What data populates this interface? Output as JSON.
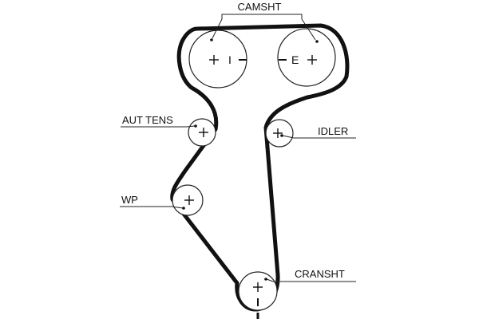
{
  "labels": {
    "camshaft": "CAMSHT",
    "intake_mark": "I",
    "exhaust_mark": "E",
    "auto_tensioner": "AUT TENS",
    "idler": "IDLER",
    "water_pump": "WP",
    "crankshaft": "CRANSHT"
  },
  "colors": {
    "belt": "#111111",
    "line": "#222222",
    "background": "#ffffff"
  }
}
